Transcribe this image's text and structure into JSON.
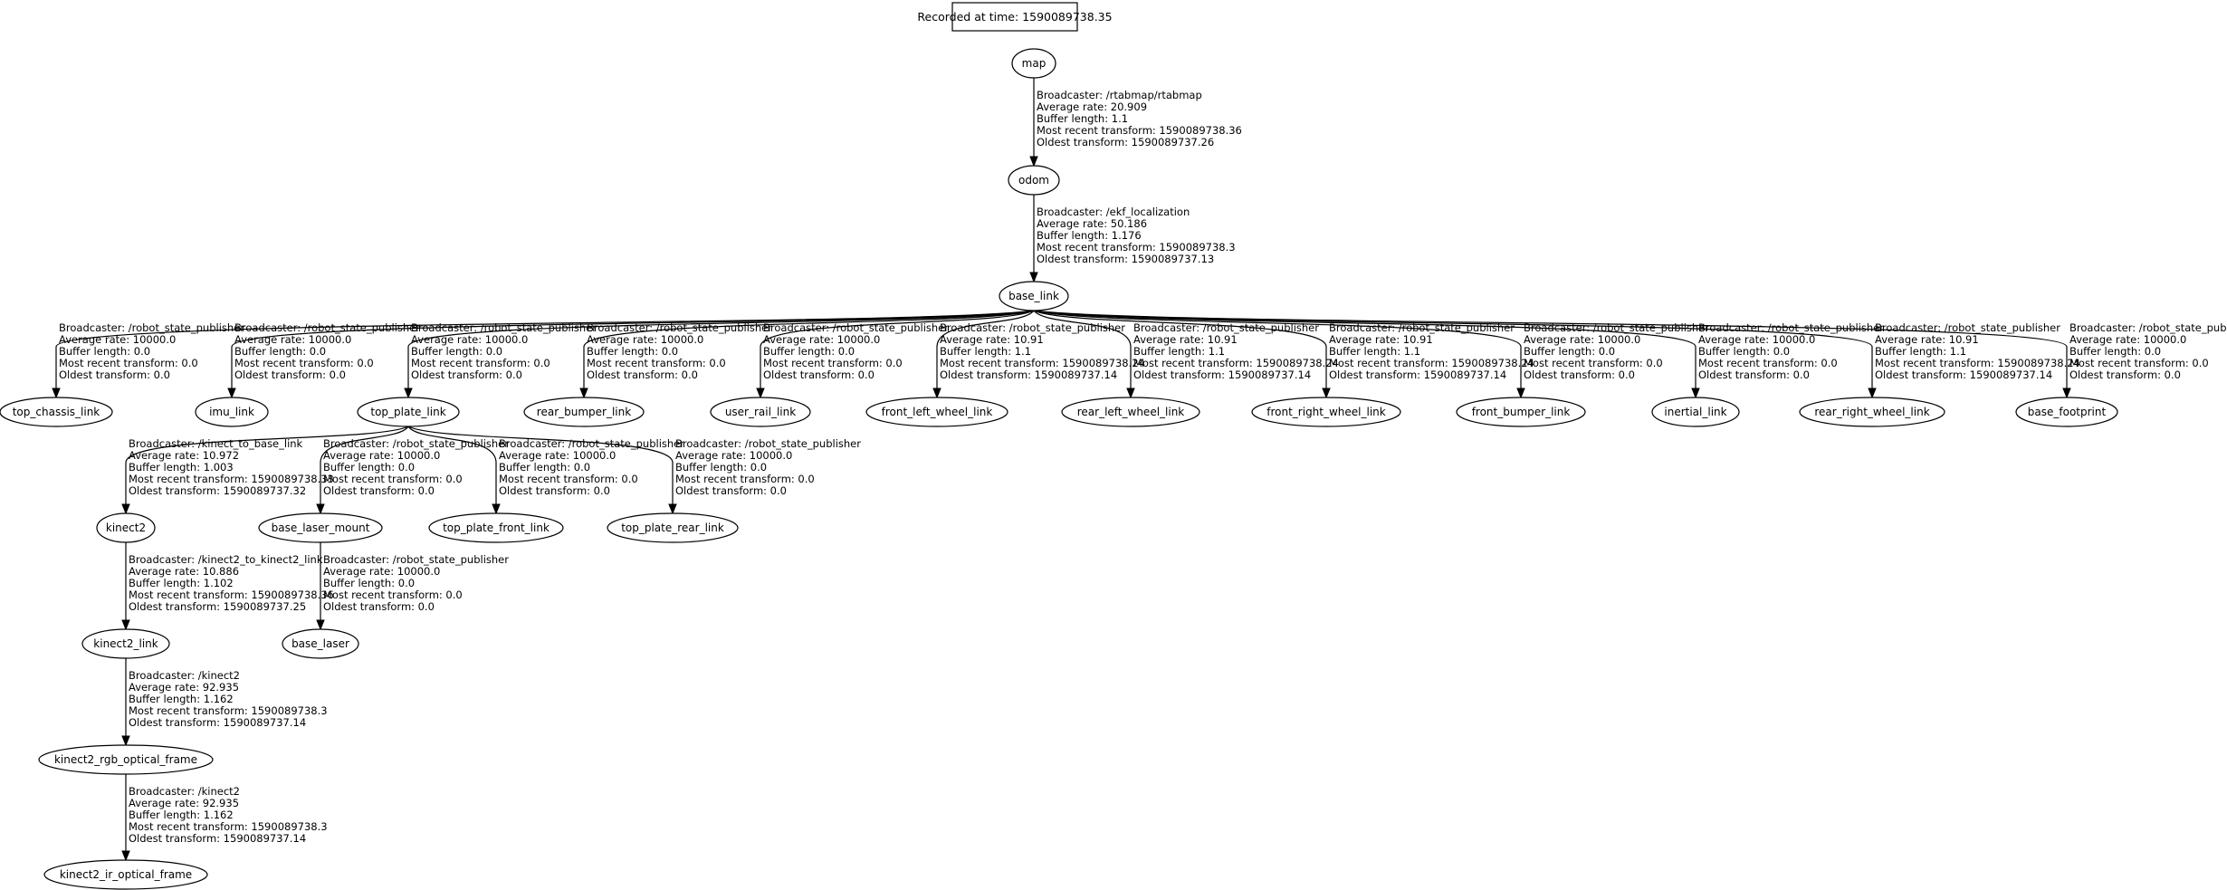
{
  "header": {
    "recorded_label": "Recorded at time: 1590089738.35"
  },
  "nodes": [
    {
      "id": "map",
      "label": "map"
    },
    {
      "id": "odom",
      "label": "odom"
    },
    {
      "id": "base_link",
      "label": "base_link"
    },
    {
      "id": "top_chassis_link",
      "label": "top_chassis_link"
    },
    {
      "id": "imu_link",
      "label": "imu_link"
    },
    {
      "id": "top_plate_link",
      "label": "top_plate_link"
    },
    {
      "id": "rear_bumper_link",
      "label": "rear_bumper_link"
    },
    {
      "id": "user_rail_link",
      "label": "user_rail_link"
    },
    {
      "id": "front_left_wheel_link",
      "label": "front_left_wheel_link"
    },
    {
      "id": "rear_left_wheel_link",
      "label": "rear_left_wheel_link"
    },
    {
      "id": "front_right_wheel_link",
      "label": "front_right_wheel_link"
    },
    {
      "id": "front_bumper_link",
      "label": "front_bumper_link"
    },
    {
      "id": "inertial_link",
      "label": "inertial_link"
    },
    {
      "id": "rear_right_wheel_link",
      "label": "rear_right_wheel_link"
    },
    {
      "id": "base_footprint",
      "label": "base_footprint"
    },
    {
      "id": "kinect2",
      "label": "kinect2"
    },
    {
      "id": "base_laser_mount",
      "label": "base_laser_mount"
    },
    {
      "id": "top_plate_front_link",
      "label": "top_plate_front_link"
    },
    {
      "id": "top_plate_rear_link",
      "label": "top_plate_rear_link"
    },
    {
      "id": "kinect2_link",
      "label": "kinect2_link"
    },
    {
      "id": "base_laser",
      "label": "base_laser"
    },
    {
      "id": "kinect2_rgb_optical_frame",
      "label": "kinect2_rgb_optical_frame"
    },
    {
      "id": "kinect2_ir_optical_frame",
      "label": "kinect2_ir_optical_frame"
    }
  ],
  "edges": [
    {
      "from": "map",
      "to": "odom",
      "lines": [
        "Broadcaster: /rtabmap/rtabmap",
        "Average rate: 20.909",
        "Buffer length: 1.1",
        "Most recent transform: 1590089738.36",
        "Oldest transform: 1590089737.26"
      ]
    },
    {
      "from": "odom",
      "to": "base_link",
      "lines": [
        "Broadcaster: /ekf_localization",
        "Average rate: 50.186",
        "Buffer length: 1.176",
        "Most recent transform: 1590089738.3",
        "Oldest transform: 1590089737.13"
      ]
    },
    {
      "from": "base_link",
      "to": "top_chassis_link",
      "lines": [
        "Broadcaster: /robot_state_publisher",
        "Average rate: 10000.0",
        "Buffer length: 0.0",
        "Most recent transform: 0.0",
        "Oldest transform: 0.0"
      ]
    },
    {
      "from": "base_link",
      "to": "imu_link",
      "lines": [
        "Broadcaster: /robot_state_publisher",
        "Average rate: 10000.0",
        "Buffer length: 0.0",
        "Most recent transform: 0.0",
        "Oldest transform: 0.0"
      ]
    },
    {
      "from": "base_link",
      "to": "top_plate_link",
      "lines": [
        "Broadcaster: /robot_state_publisher",
        "Average rate: 10000.0",
        "Buffer length: 0.0",
        "Most recent transform: 0.0",
        "Oldest transform: 0.0"
      ]
    },
    {
      "from": "base_link",
      "to": "rear_bumper_link",
      "lines": [
        "Broadcaster: /robot_state_publisher",
        "Average rate: 10000.0",
        "Buffer length: 0.0",
        "Most recent transform: 0.0",
        "Oldest transform: 0.0"
      ]
    },
    {
      "from": "base_link",
      "to": "user_rail_link",
      "lines": [
        "Broadcaster: /robot_state_publisher",
        "Average rate: 10000.0",
        "Buffer length: 0.0",
        "Most recent transform: 0.0",
        "Oldest transform: 0.0"
      ]
    },
    {
      "from": "base_link",
      "to": "front_left_wheel_link",
      "lines": [
        "Broadcaster: /robot_state_publisher",
        "Average rate: 10.91",
        "Buffer length: 1.1",
        "Most recent transform: 1590089738.24",
        "Oldest transform: 1590089737.14"
      ]
    },
    {
      "from": "base_link",
      "to": "rear_left_wheel_link",
      "lines": [
        "Broadcaster: /robot_state_publisher",
        "Average rate: 10.91",
        "Buffer length: 1.1",
        "Most recent transform: 1590089738.24",
        "Oldest transform: 1590089737.14"
      ]
    },
    {
      "from": "base_link",
      "to": "front_right_wheel_link",
      "lines": [
        "Broadcaster: /robot_state_publisher",
        "Average rate: 10.91",
        "Buffer length: 1.1",
        "Most recent transform: 1590089738.24",
        "Oldest transform: 1590089737.14"
      ]
    },
    {
      "from": "base_link",
      "to": "front_bumper_link",
      "lines": [
        "Broadcaster: /robot_state_publisher",
        "Average rate: 10000.0",
        "Buffer length: 0.0",
        "Most recent transform: 0.0",
        "Oldest transform: 0.0"
      ]
    },
    {
      "from": "base_link",
      "to": "inertial_link",
      "lines": [
        "Broadcaster: /robot_state_publisher",
        "Average rate: 10000.0",
        "Buffer length: 0.0",
        "Most recent transform: 0.0",
        "Oldest transform: 0.0"
      ]
    },
    {
      "from": "base_link",
      "to": "rear_right_wheel_link",
      "lines": [
        "Broadcaster: /robot_state_publisher",
        "Average rate: 10.91",
        "Buffer length: 1.1",
        "Most recent transform: 1590089738.24",
        "Oldest transform: 1590089737.14"
      ]
    },
    {
      "from": "base_link",
      "to": "base_footprint",
      "lines": [
        "Broadcaster: /robot_state_publisher",
        "Average rate: 10000.0",
        "Buffer length: 0.0",
        "Most recent transform: 0.0",
        "Oldest transform: 0.0"
      ]
    },
    {
      "from": "top_plate_link",
      "to": "kinect2",
      "lines": [
        "Broadcaster: /kinect_to_base_link",
        "Average rate: 10.972",
        "Buffer length: 1.003",
        "Most recent transform: 1590089738.33",
        "Oldest transform: 1590089737.32"
      ]
    },
    {
      "from": "top_plate_link",
      "to": "base_laser_mount",
      "lines": [
        "Broadcaster: /robot_state_publisher",
        "Average rate: 10000.0",
        "Buffer length: 0.0",
        "Most recent transform: 0.0",
        "Oldest transform: 0.0"
      ]
    },
    {
      "from": "top_plate_link",
      "to": "top_plate_front_link",
      "lines": [
        "Broadcaster: /robot_state_publisher",
        "Average rate: 10000.0",
        "Buffer length: 0.0",
        "Most recent transform: 0.0",
        "Oldest transform: 0.0"
      ]
    },
    {
      "from": "top_plate_link",
      "to": "top_plate_rear_link",
      "lines": [
        "Broadcaster: /robot_state_publisher",
        "Average rate: 10000.0",
        "Buffer length: 0.0",
        "Most recent transform: 0.0",
        "Oldest transform: 0.0"
      ]
    },
    {
      "from": "kinect2",
      "to": "kinect2_link",
      "lines": [
        "Broadcaster: /kinect2_to_kinect2_link",
        "Average rate: 10.886",
        "Buffer length: 1.102",
        "Most recent transform: 1590089738.36",
        "Oldest transform: 1590089737.25"
      ]
    },
    {
      "from": "base_laser_mount",
      "to": "base_laser",
      "lines": [
        "Broadcaster: /robot_state_publisher",
        "Average rate: 10000.0",
        "Buffer length: 0.0",
        "Most recent transform: 0.0",
        "Oldest transform: 0.0"
      ]
    },
    {
      "from": "kinect2_link",
      "to": "kinect2_rgb_optical_frame",
      "lines": [
        "Broadcaster: /kinect2",
        "Average rate: 92.935",
        "Buffer length: 1.162",
        "Most recent transform: 1590089738.3",
        "Oldest transform: 1590089737.14"
      ]
    },
    {
      "from": "kinect2_rgb_optical_frame",
      "to": "kinect2_ir_optical_frame",
      "lines": [
        "Broadcaster: /kinect2",
        "Average rate: 92.935",
        "Buffer length: 1.162",
        "Most recent transform: 1590089738.3",
        "Oldest transform: 1590089737.14"
      ]
    }
  ]
}
